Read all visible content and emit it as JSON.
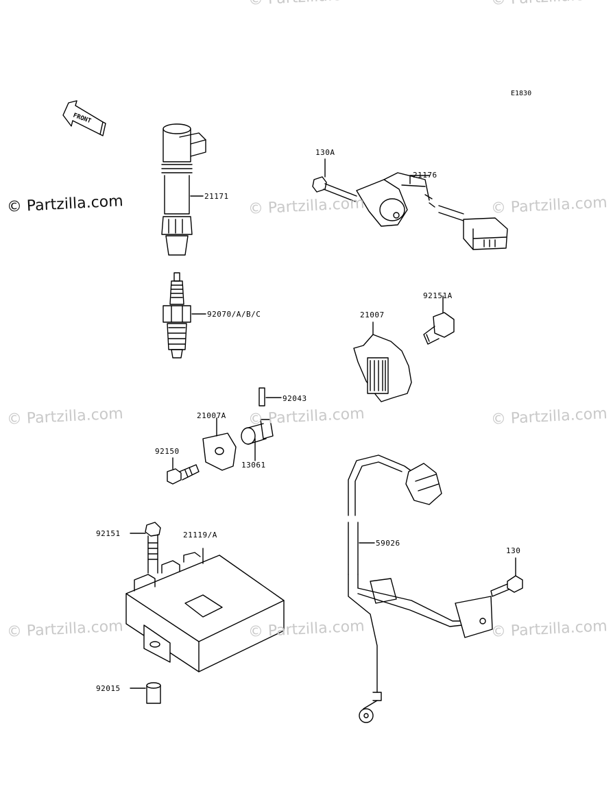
{
  "diagram_code": "E1830",
  "direction_label": "FRONT",
  "watermark_main": "© Partzilla.com",
  "watermark_faint": "© Partzilla.com",
  "parts": {
    "p21171": "21171",
    "p92070": "92070/A/B/C",
    "p130A": "130A",
    "p21176": "21176",
    "p92151A": "92151A",
    "p21007": "21007",
    "p92043": "92043",
    "p21007A": "21007A",
    "p92150": "92150",
    "p13061": "13061",
    "p92151": "92151",
    "p21119": "21119/A",
    "p59026": "59026",
    "p130": "130",
    "p92015": "92015"
  }
}
